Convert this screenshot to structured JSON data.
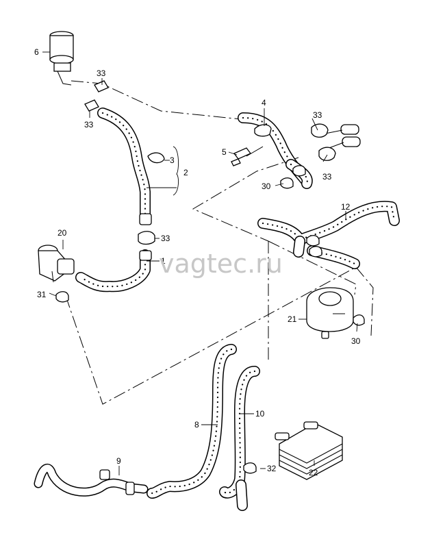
{
  "watermark": "vagtec.ru",
  "labels": {
    "l1": "1",
    "l2": "2",
    "l3": "3",
    "l4": "4",
    "l5": "5",
    "l6": "6",
    "l8": "8",
    "l9": "9",
    "l10": "10",
    "l12": "12",
    "l20": "20",
    "l21": "21",
    "l22": "22",
    "l30a": "30",
    "l30b": "30",
    "l31": "31",
    "l32": "32",
    "l33a": "33",
    "l33b": "33",
    "l33c": "33",
    "l33d": "33",
    "l33e": "33"
  }
}
